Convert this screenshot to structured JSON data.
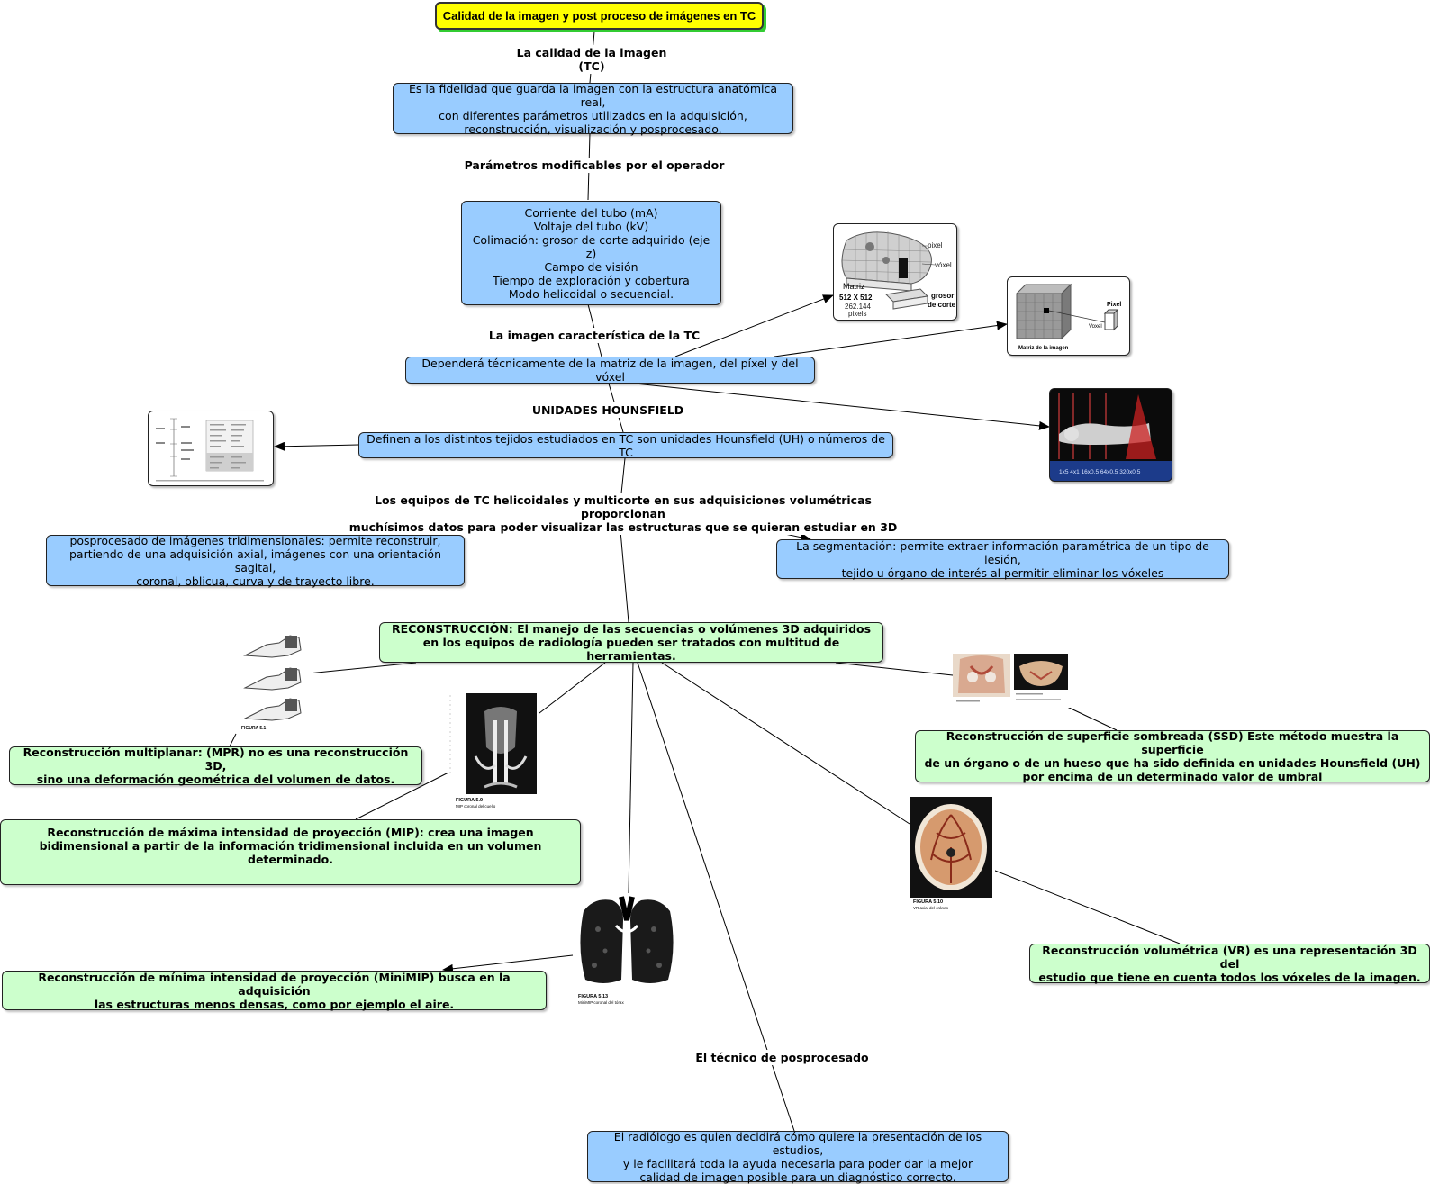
{
  "title": "Calidad de la imagen y post proceso de imágenes en TC",
  "labels": {
    "calidad": "La calidad de la imagen (TC)",
    "parametros": "Parámetros modificables por el operador",
    "caracteristica": "La imagen característica de la TC",
    "hounsfield": "UNIDADES HOUNSFIELD",
    "equipos": "Los equipos de TC helicoidales y multicorte en sus adquisiciones volumétricas proporcionan\nmuchísimos datos para poder visualizar las estructuras que se quieran estudiar en 3D",
    "tecnico": "El técnico de posprocesado"
  },
  "nodes": {
    "fidelidad": "Es la fidelidad que guarda la imagen con la estructura anatómica real,\ncon diferentes parámetros utilizados en la adquisición,\nreconstrucción, visualización y posprocesado.",
    "parametros_list": "Corriente del tubo (mA)\nVoltaje del tubo (kV)\nColimación: grosor de corte adquirido (eje z)\nCampo de visión\nTiempo de exploración y cobertura\nModo helicoidal o secuencial.",
    "matriz": "Dependerá técnicamente de la matriz de la imagen, del píxel y del vóxel",
    "uh": "Definen a los distintos tejidos estudiados en TC son unidades Hounsfield (UH) o números de TC",
    "posprocesado": "posprocesado de imágenes tridimensionales: permite reconstruir,\npartiendo de una adquisición axial, imágenes con una orientación sagital,\ncoronal, oblicua, curva y de trayecto libre.",
    "segmentacion": "La segmentación: permite extraer información paramétrica de un tipo de lesión,\ntejido u órgano de interés al permitir eliminar los vóxeles",
    "reconstruccion": "RECONSTRUCCIÓN: El manejo de las secuencias o volúmenes 3D adquiridos\nen los equipos de radiología pueden ser tratados con multitud de herramientas.",
    "mpr": "Reconstrucción multiplanar: (MPR) no es una reconstrucción 3D,\nsino una deformación geométrica del volumen de datos.",
    "mip": "Reconstrucción de máxima intensidad de proyección (MIP): crea una imagen\nbidimensional a partir de la información tridimensional incluida en un volumen determinado.",
    "minimip": "Reconstrucción de mínima intensidad de proyección (MiniMIP) busca en la adquisición\nlas estructuras menos densas, como por ejemplo el aire.",
    "ssd": "Reconstrucción de superficie sombreada (SSD) Este método muestra la superficie\nde un órgano o de un hueso que ha sido definida en unidades Hounsfield (UH)\npor encima de un determinado valor de umbral",
    "vr": "Reconstrucción volumétrica (VR) es una representación 3D del\nestudio que tiene en cuenta todos los vóxeles de la imagen.",
    "radiologo": "El radiólogo es quien decidirá cómo quiere la presentación de los estudios,\ny le facilitará toda la ayuda necesaria para poder dar la mejor\ncalidad de imagen posible para un diagnóstico correcto."
  },
  "images": {
    "voxel1": {
      "pixel": "pixel",
      "voxel": "vóxel",
      "matriz": "Matriz",
      "size": "512 X 512",
      "count": "262.144",
      "pixels": "pixels",
      "grosor": "grosor",
      "de_corte": "de corte"
    },
    "voxel2": {
      "pixel": "Pixel",
      "voxel": "Voxel",
      "caption": "Matriz de la imagen"
    },
    "slices": {
      "caption": "1x5   4x1   16x0.5   64x0.5   320x0.5"
    },
    "fig51": {
      "caption": "FIGURA 5.1"
    },
    "fig59": {
      "caption": "FIGURA 5.9",
      "sub": "MIP coronal del cuello"
    },
    "fig513": {
      "caption": "FIGURA 5.13",
      "sub": "MiniMIP coronal del tórax"
    },
    "fig510": {
      "caption": "FIGURA 5.10",
      "sub": "VR axial del cráneo"
    }
  },
  "colors": {
    "title_bg": "#ffff00",
    "blue_node": "#99ccff",
    "green_node": "#ccffcc",
    "shadow_green": "#33cc33"
  }
}
